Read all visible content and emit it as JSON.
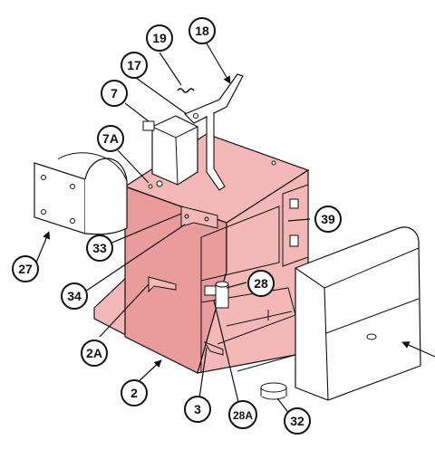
{
  "colors": {
    "housing_fill": "#f4b8b8",
    "housing_dark": "#ea9c9c",
    "line": "#111111",
    "part_fill": "#ffffff",
    "callout_fill": "#ffffff"
  },
  "callouts": [
    {
      "id": "19",
      "label": "19"
    },
    {
      "id": "18",
      "label": "18"
    },
    {
      "id": "17",
      "label": "17"
    },
    {
      "id": "7",
      "label": "7"
    },
    {
      "id": "7A",
      "label": "7A"
    },
    {
      "id": "39",
      "label": "39"
    },
    {
      "id": "27",
      "label": "27"
    },
    {
      "id": "33",
      "label": "33"
    },
    {
      "id": "28",
      "label": "28"
    },
    {
      "id": "34",
      "label": "34"
    },
    {
      "id": "2A",
      "label": "2A"
    },
    {
      "id": "2",
      "label": "2"
    },
    {
      "id": "3",
      "label": "3"
    },
    {
      "id": "28A",
      "label": "28A"
    },
    {
      "id": "32",
      "label": "32"
    }
  ]
}
